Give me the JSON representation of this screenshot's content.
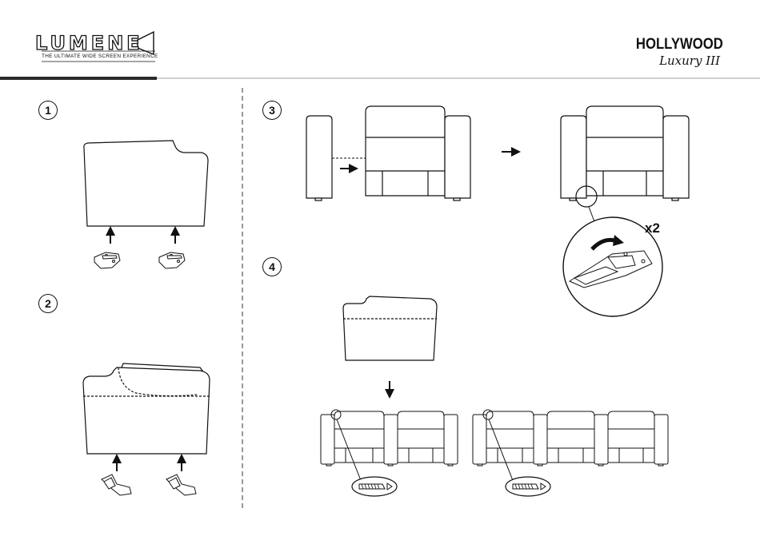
{
  "header": {
    "brand": "LUMENE",
    "tagline": "THE ULTIMATE WIDE SCREEN EXPERIENCE",
    "product": "HOLLYWOOD",
    "product_subtitle": "Luxury III"
  },
  "steps": [
    {
      "number": "1"
    },
    {
      "number": "2"
    },
    {
      "number": "3"
    },
    {
      "number": "4"
    }
  ],
  "quantity_label": "x2",
  "colors": {
    "line": "#111111",
    "header_bar": "#2a2a2a",
    "header_rule": "#cfcfcf"
  }
}
